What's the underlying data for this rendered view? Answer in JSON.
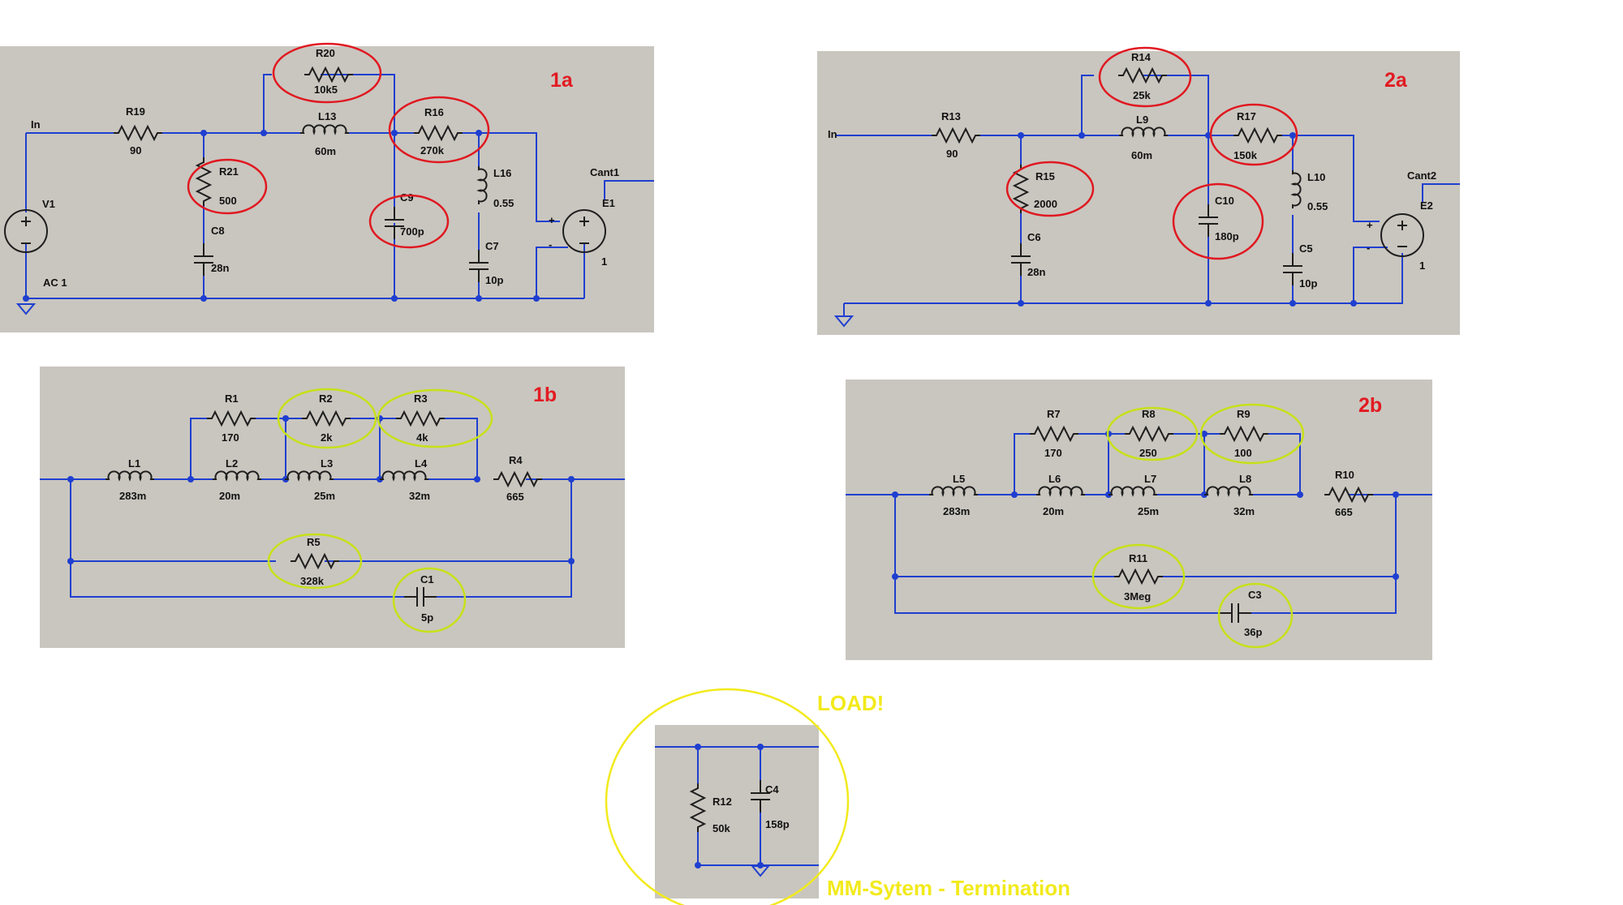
{
  "panels": {
    "p1a": {
      "title": "1a",
      "in": "In",
      "ac": "AC 1",
      "out": "Cant1",
      "V1": "V1",
      "E1": "E1",
      "E1_gain": "1",
      "R19": "R19",
      "R19v": "90",
      "R20": "R20",
      "R20v": "10k5",
      "R21": "R21",
      "R21v": "500",
      "L13": "L13",
      "L13v": "60m",
      "R16": "R16",
      "R16v": "270k",
      "L16": "L16",
      "L16v": "0.55",
      "C8": "C8",
      "C8v": "28n",
      "C9": "C9",
      "C9v": "700p",
      "C7": "C7",
      "C7v": "10p"
    },
    "p2a": {
      "title": "2a",
      "in": "In",
      "out": "Cant2",
      "E2": "E2",
      "E2_gain": "1",
      "R13": "R13",
      "R13v": "90",
      "R14": "R14",
      "R14v": "25k",
      "R15": "R15",
      "R15v": "2000",
      "L9": "L9",
      "L9v": "60m",
      "R17": "R17",
      "R17v": "150k",
      "L10": "L10",
      "L10v": "0.55",
      "C6": "C6",
      "C6v": "28n",
      "C10": "C10",
      "C10v": "180p",
      "C5": "C5",
      "C5v": "10p"
    },
    "p1b": {
      "title": "1b",
      "L1": "L1",
      "L1v": "283m",
      "L2": "L2",
      "L2v": "20m",
      "L3": "L3",
      "L3v": "25m",
      "L4": "L4",
      "L4v": "32m",
      "R1": "R1",
      "R1v": "170",
      "R2": "R2",
      "R2v": "2k",
      "R3": "R3",
      "R3v": "4k",
      "R4": "R4",
      "R4v": "665",
      "R5": "R5",
      "R5v": "328k",
      "C1": "C1",
      "C1v": "5p"
    },
    "p2b": {
      "title": "2b",
      "L5": "L5",
      "L5v": "283m",
      "L6": "L6",
      "L6v": "20m",
      "L7": "L7",
      "L7v": "25m",
      "L8": "L8",
      "L8v": "32m",
      "R7": "R7",
      "R7v": "170",
      "R8": "R8",
      "R8v": "250",
      "R9": "R9",
      "R9v": "100",
      "R10": "R10",
      "R10v": "665",
      "R11": "R11",
      "R11v": "3Meg",
      "C3": "C3",
      "C3v": "36p"
    },
    "load": {
      "note": "LOAD!",
      "caption": "MM-Sytem - Termination",
      "R12": "R12",
      "R12v": "50k",
      "C4": "C4",
      "C4v": "158p"
    }
  },
  "colors": {
    "panel_bg": "#c9c6bf",
    "wire": "#1f3fd0",
    "title_red": "#e21b22",
    "highlight_red": "#e01820",
    "highlight_green": "#c8e018",
    "highlight_yellow": "#f2ea1b"
  }
}
